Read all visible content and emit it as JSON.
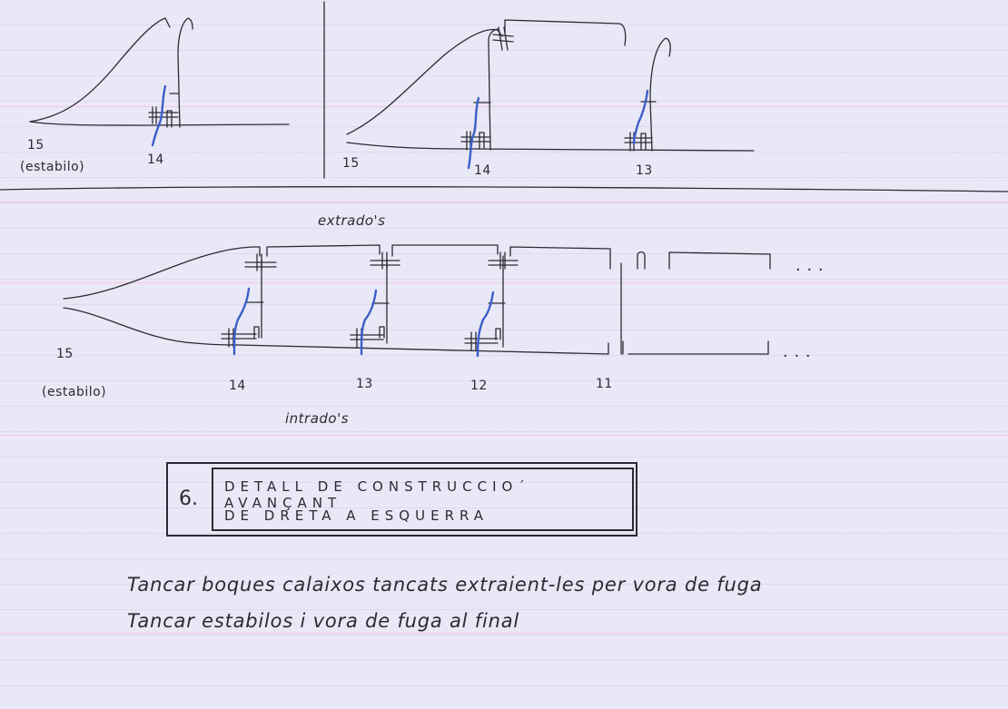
{
  "top_left_sketch": {
    "labels": {
      "profile_15": "15",
      "stabilo_note": "(estabilo)",
      "profile_14": "14"
    }
  },
  "top_right_sketch": {
    "labels": {
      "profile_15": "15",
      "profile_14": "14",
      "profile_13": "13"
    }
  },
  "main_sketch": {
    "extrados_label": "extrado's",
    "intrados_label": "intrado's",
    "labels": {
      "profile_15": "15",
      "stabilo_note": "(estabilo)",
      "profile_14": "14",
      "profile_13": "13",
      "profile_12": "12",
      "profile_11": "11"
    },
    "continuation_top": "· · ·",
    "continuation_bottom": "· · ·"
  },
  "title_box": {
    "number": "6.",
    "line1": "DETALL DE CONSTRUCCIO´ AVANÇANT",
    "line2": "DE DRETA A ESQUERRA"
  },
  "notes": {
    "line1": "Tancar boques calaixos tancats extraient-les per vora de fuga",
    "line2": "Tancar estabilos i vora de fuga al final"
  },
  "colors": {
    "pencil": "#2b2b33",
    "blue_pen": "#3a5fc8",
    "paper": "#e9e8f6"
  }
}
